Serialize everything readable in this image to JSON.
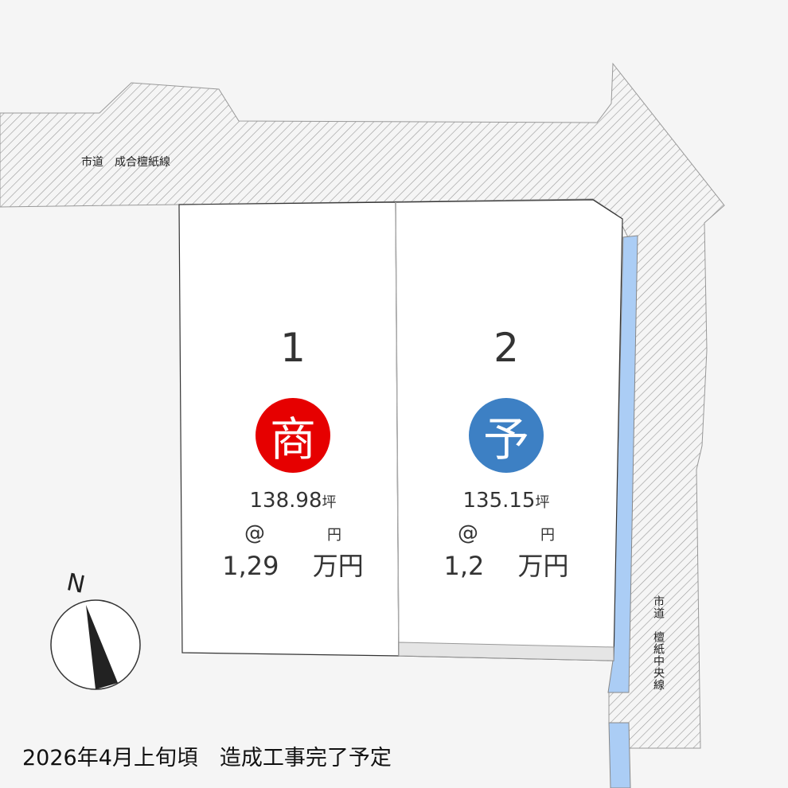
{
  "roads": {
    "north": "市道　成合檀紙線",
    "east": "市道　檀紙中央線"
  },
  "lots": [
    {
      "number": "1",
      "area": "138.98",
      "area_unit": "坪",
      "unit_price": "@",
      "unit_price_suffix": "円",
      "price": "1,29",
      "price_suffix": "万円",
      "badge": "商",
      "badge_color": "#e60000"
    },
    {
      "number": "2",
      "area": "135.15",
      "area_unit": "坪",
      "unit_price": "@",
      "unit_price_suffix": "円",
      "price": "1,2",
      "price_suffix": "万円",
      "badge": "予",
      "badge_color": "#3d80c4"
    }
  ],
  "compass": {
    "label": "N"
  },
  "schedule": "2026年4月上旬頃　造成工事完了予定",
  "colors": {
    "water": "#abcdf5",
    "hatch": "#999999",
    "lot": "#ffffff"
  }
}
